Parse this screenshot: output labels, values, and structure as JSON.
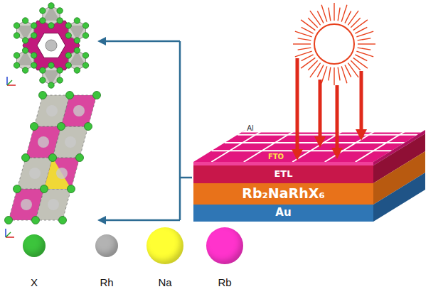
{
  "diagram": {
    "nodes": [
      {
        "text": [
          "Al"
        ]
      },
      {
        "text": [
          "FTO"
        ]
      },
      {
        "text": [
          "ETL"
        ]
      },
      {
        "text": [
          "Rb₂NaRhX₆"
        ]
      },
      {
        "text": [
          "Au"
        ]
      }
    ],
    "legend": [
      {
        "text": "X",
        "color": "#3cc43c"
      },
      {
        "text": "Rh",
        "color": "#b3b3b3"
      },
      {
        "text": "Na",
        "color": "#ffff33"
      },
      {
        "text": "Rb",
        "color": "#ff33cc"
      }
    ]
  }
}
